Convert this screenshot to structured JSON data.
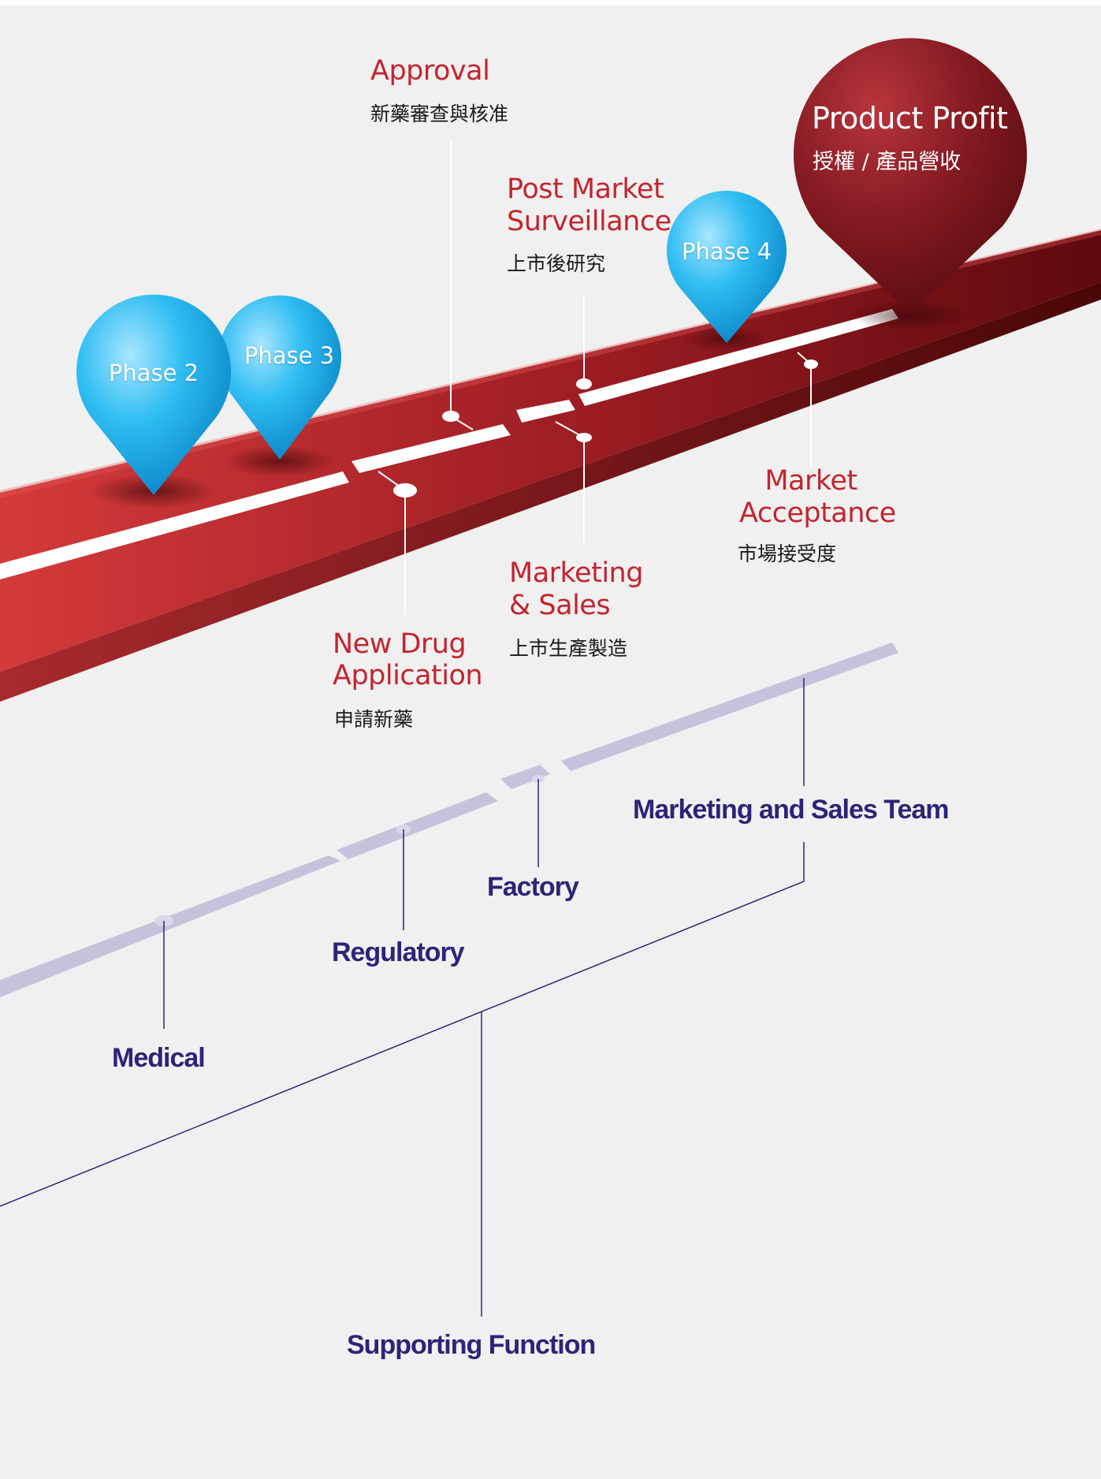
{
  "road": {
    "color_light": "#d43a3a",
    "color_dark": "#5e0a0e"
  },
  "phases": [
    {
      "label": "Phase 2",
      "color": "#1eb2ec"
    },
    {
      "label": "Phase 3",
      "color": "#1eb2ec"
    },
    {
      "label": "Phase 4",
      "color": "#1eb2ec"
    }
  ],
  "product_profit": {
    "title": "Product Profit",
    "subtitle": "授權 / 產品營收",
    "color": "#7e1820"
  },
  "milestones": {
    "approval": {
      "title": "Approval",
      "subtitle": "新藥審查與核准"
    },
    "post_market": {
      "title_line1": "Post Market",
      "title_line2": "Surveillance",
      "subtitle": "上市後研究"
    },
    "market_acceptance": {
      "title_line1": "Market",
      "title_line2": "Acceptance",
      "subtitle": "市場接受度"
    },
    "marketing_sales": {
      "title_line1": "Marketing",
      "title_line2": "& Sales",
      "subtitle": "上市生產製造"
    },
    "new_drug": {
      "title_line1": "New Drug",
      "title_line2": "Application",
      "subtitle": "申請新藥"
    }
  },
  "functions": {
    "marketing_team": "Marketing and Sales Team",
    "factory": "Factory",
    "regulatory": "Regulatory",
    "medical": "Medical",
    "supporting": "Supporting Function",
    "text_color": "#2a2577",
    "track_color": "#c5c3dc"
  }
}
